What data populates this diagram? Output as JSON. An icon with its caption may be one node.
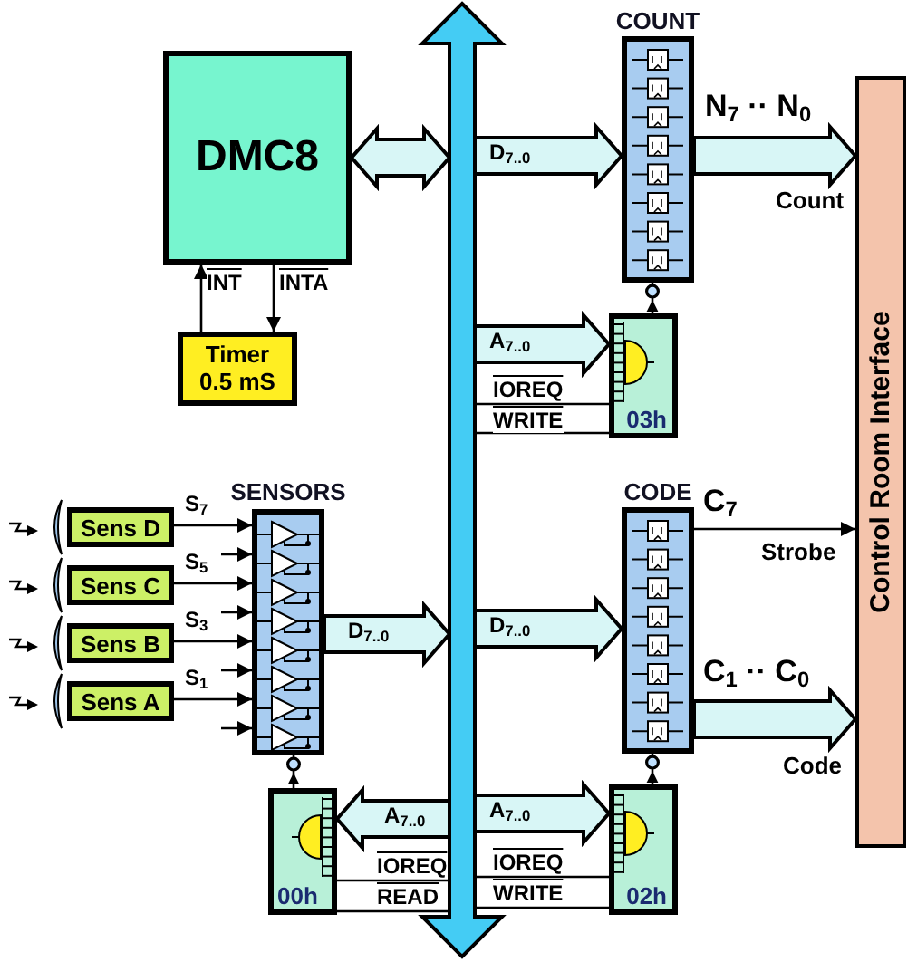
{
  "diagram": {
    "nodes": [
      {
        "text": [
          "DMC8"
        ]
      },
      {
        "text": [
          "Timer 0.5 mS"
        ]
      },
      {
        "text": [],
        "shape": "bar"
      },
      {
        "text": [
          "COUNT"
        ]
      },
      {
        "text": [
          "03h"
        ]
      },
      {
        "text": [
          "Control Room Interface"
        ]
      },
      {
        "text": [
          "SENSORS"
        ]
      },
      {
        "text": [
          "Sens D"
        ]
      },
      {
        "text": [
          "Sens C"
        ]
      },
      {
        "text": [
          "Sens B"
        ]
      },
      {
        "text": [
          "Sens A"
        ]
      },
      {
        "text": [
          "00h"
        ]
      },
      {
        "text": [
          "CODE"
        ]
      },
      {
        "text": [
          "02h"
        ]
      }
    ],
    "edges": [
      {
        "from": 0,
        "to": 2,
        "arrow": "both",
        "style": "thick"
      },
      {
        "from": 1,
        "to": 0,
        "arrow": "to",
        "label": "INT"
      },
      {
        "from": 0,
        "to": 1,
        "arrow": "to",
        "label": "INTA"
      },
      {
        "from": 2,
        "to": 3,
        "arrow": "to",
        "style": "thick",
        "label": "D$_{7..0}$"
      },
      {
        "from": 3,
        "to": 5,
        "arrow": "to",
        "style": "thick",
        "label": "N$_{7}$ ·· N$_{0}$"
      },
      {
        "from": 2,
        "to": 4,
        "arrow": "to",
        "style": "thick",
        "label": "A$_{7..0}$"
      },
      {
        "from": 2,
        "to": 4,
        "arrow": "none",
        "label": "IOREQ"
      },
      {
        "from": 2,
        "to": 4,
        "arrow": "none",
        "label": "WRITE"
      },
      {
        "from": 4,
        "to": 3,
        "arrow": "to"
      },
      {
        "from": 7,
        "to": 6,
        "arrow": "to",
        "label": "S$_{7}$"
      },
      {
        "from": null,
        "to": 6,
        "arrow": "to"
      },
      {
        "from": 8,
        "to": 6,
        "arrow": "to",
        "label": "S$_{5}$"
      },
      {
        "from": null,
        "to": 6,
        "arrow": "to"
      },
      {
        "from": 9,
        "to": 6,
        "arrow": "to",
        "label": "S$_{3}$"
      },
      {
        "from": null,
        "to": 6,
        "arrow": "to"
      },
      {
        "from": 10,
        "to": 6,
        "arrow": "to",
        "label": "S$_{1}$"
      },
      {
        "from": null,
        "to": 6,
        "arrow": "to"
      },
      {
        "from": 6,
        "to": 2,
        "arrow": "to",
        "style": "thick",
        "label": "D$_{7..0}$"
      },
      {
        "from": 2,
        "to": 11,
        "arrow": "to",
        "style": "thick",
        "label": "A$_{7..0}$"
      },
      {
        "from": 2,
        "to": 11,
        "arrow": "none",
        "label": "IOREQ"
      },
      {
        "from": 2,
        "to": 11,
        "arrow": "none",
        "label": "READ"
      },
      {
        "from": 11,
        "to": 6,
        "arrow": "to"
      },
      {
        "from": 2,
        "to": 12,
        "arrow": "to",
        "style": "thick",
        "label": "D$_{7..0}$"
      },
      {
        "from": 12,
        "to": 5,
        "arrow": "to",
        "label": "C$_{7}$"
      },
      {
        "from": 12,
        "to": 5,
        "arrow": "to",
        "style": "thick",
        "label": "C$_{1}$ ·· C$_{0}$"
      },
      {
        "from": 2,
        "to": 13,
        "arrow": "to",
        "style": "thick",
        "label": "A$_{7..0}$"
      },
      {
        "from": 2,
        "to": 13,
        "arrow": "none",
        "label": "IOREQ"
      },
      {
        "from": 2,
        "to": 13,
        "arrow": "none",
        "label": "WRITE"
      },
      {
        "from": 13,
        "to": 12,
        "arrow": "to"
      }
    ],
    "labels": [
      "Count",
      "Strobe",
      "Code"
    ]
  }
}
